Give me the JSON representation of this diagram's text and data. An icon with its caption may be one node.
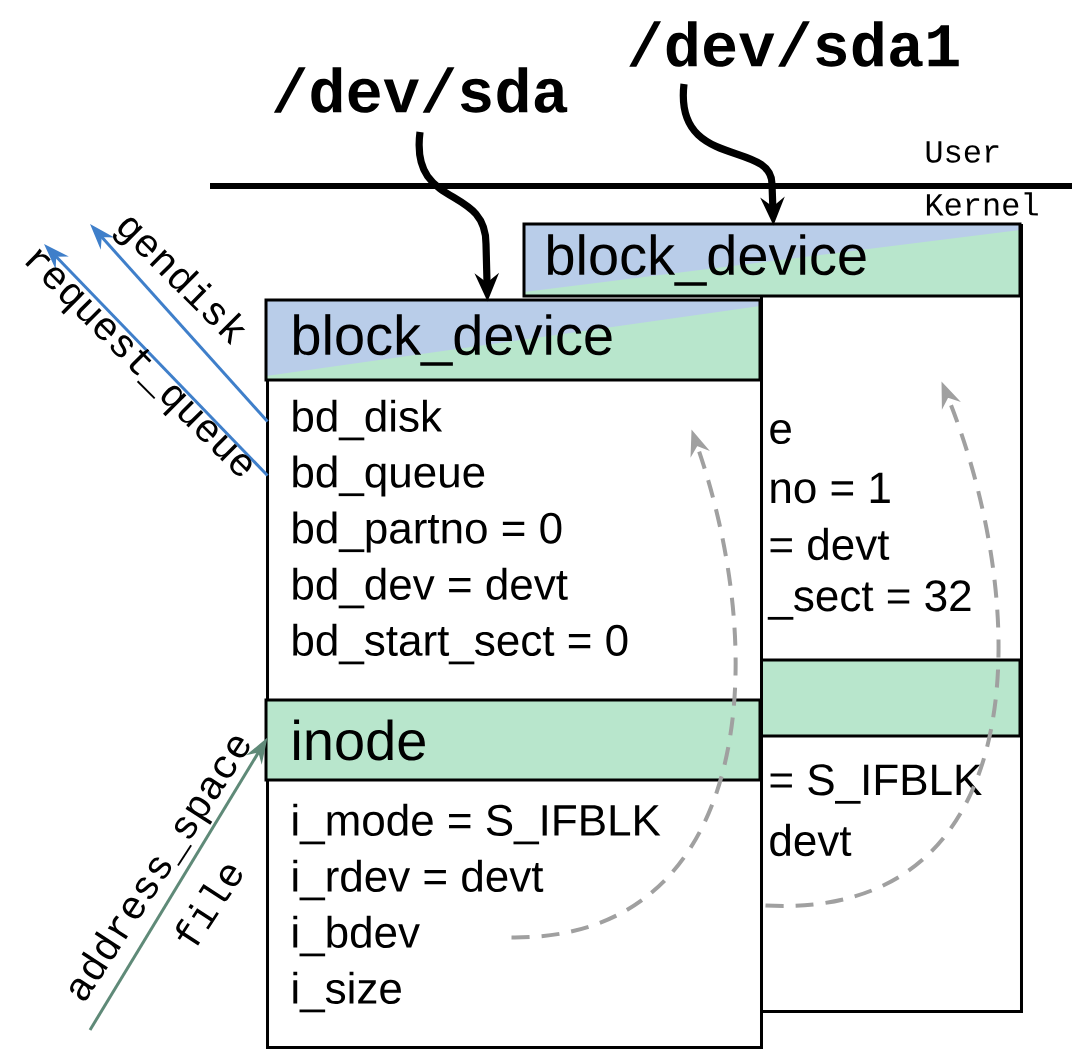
{
  "diagram": {
    "nodes": [
      {
        "text": [
          "/dev/sda"
        ]
      },
      {
        "text": [
          "/dev/sda1"
        ]
      },
      {
        "text": [
          "block_device",
          "bd_disk",
          "bd_queue",
          "bd_partno = 0",
          "bd_dev = devt",
          "bd_start_sect = 0"
        ]
      },
      {
        "text": [
          "inode",
          "i_mode = S_IFBLK",
          "i_rdev = devt",
          "i_bdev",
          "i_size"
        ]
      },
      {
        "text": [
          "block_device",
          "e",
          "no = 1",
          "= devt",
          "_sect = 32"
        ]
      },
      {
        "text": [
          "= S_IFBLK",
          "devt"
        ]
      }
    ],
    "edges": [
      {
        "from": 0,
        "to": 2,
        "arrow": "to",
        "style": "thick"
      },
      {
        "from": 1,
        "to": 4,
        "arrow": "to",
        "style": "thick"
      },
      {
        "from": 2,
        "to": null,
        "arrow": "to",
        "label": "gendisk",
        "color": "#3f7fca"
      },
      {
        "from": 2,
        "to": null,
        "arrow": "to",
        "label": "request_queue",
        "color": "#3f7fca"
      },
      {
        "from": null,
        "to": 3,
        "arrow": "to",
        "label": "address_space",
        "color": "#5f8a78"
      },
      {
        "from": 3,
        "to": 2,
        "arrow": "to",
        "style": "dashed",
        "color": "#a0a0a0"
      },
      {
        "from": 5,
        "to": 4,
        "arrow": "to",
        "style": "dashed",
        "color": "#a0a0a0"
      }
    ],
    "labels": [
      "User",
      "Kernel",
      "file"
    ]
  }
}
